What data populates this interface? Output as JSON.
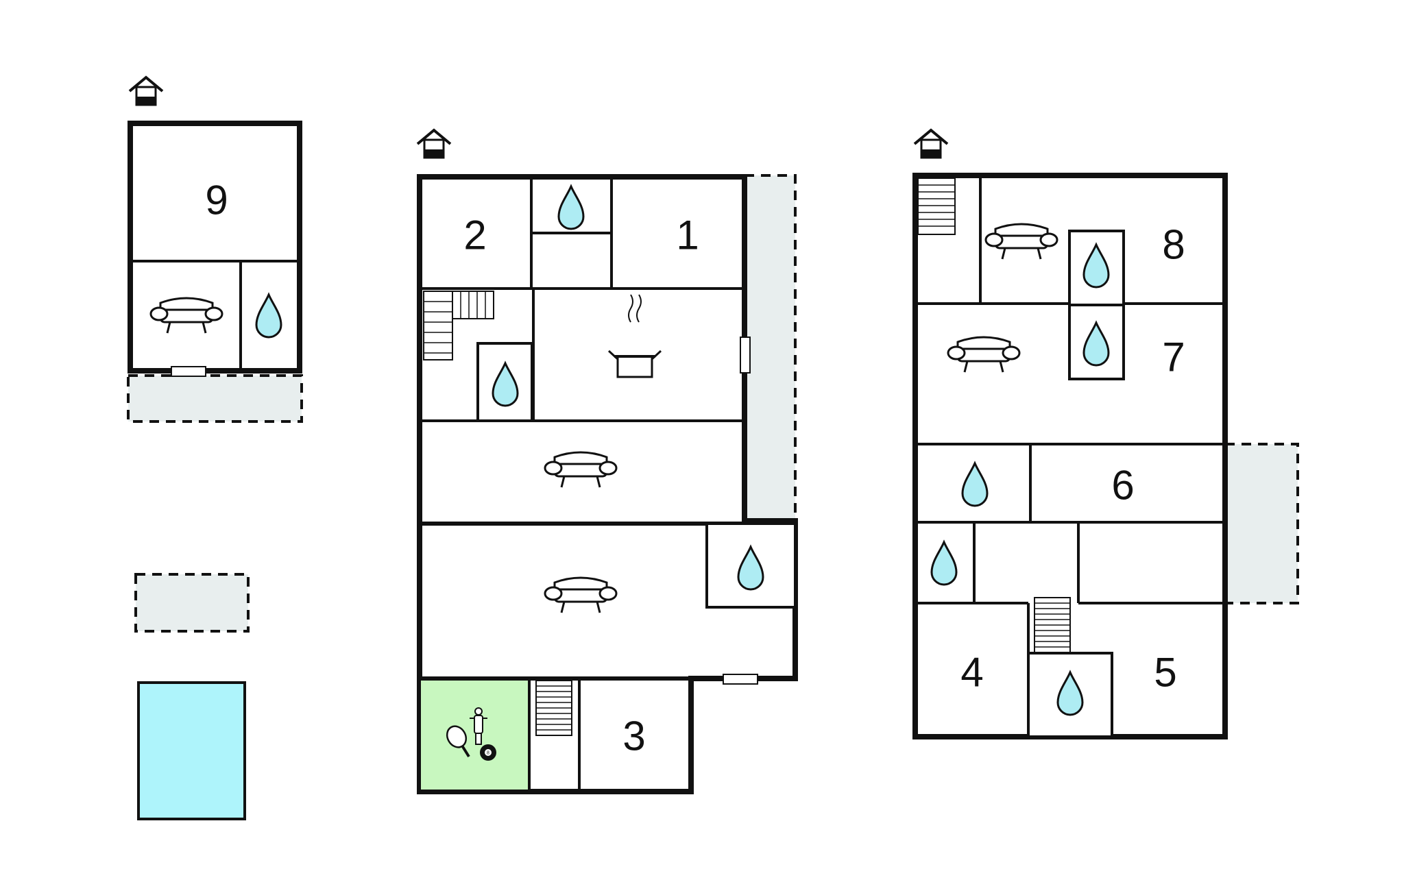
{
  "colors": {
    "wall": "#111111",
    "terrace": "#e8eeee",
    "water": "#aef4fb",
    "bathroom_drop": "#aeecf3",
    "games_room": "#c8f7bf",
    "background": "#ffffff"
  },
  "buildings": [
    {
      "name": "annex",
      "rooms": [
        {
          "label": "9"
        }
      ]
    },
    {
      "name": "main-house",
      "rooms": [
        {
          "label": "2"
        },
        {
          "label": "1"
        },
        {
          "label": "3"
        }
      ]
    },
    {
      "name": "upper-floor",
      "rooms": [
        {
          "label": "8"
        },
        {
          "label": "7"
        },
        {
          "label": "6"
        },
        {
          "label": "4"
        },
        {
          "label": "5"
        }
      ]
    }
  ],
  "icons": [
    "house-entrance-icon",
    "sofa-icon",
    "bathroom-drop-icon",
    "kitchen-pot-icon",
    "stairs-icon",
    "table-tennis-icon",
    "table-football-icon",
    "billiard-ball-icon",
    "window-icon"
  ],
  "features": {
    "billiard_ball_number": "8"
  }
}
